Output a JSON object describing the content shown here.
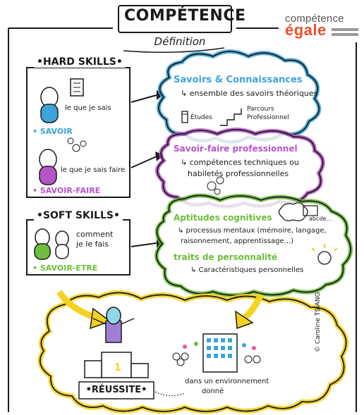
{
  "header": {
    "title": "COMPÉTENCE",
    "subtitle": "Définition"
  },
  "brand": {
    "line1": "compétence",
    "line2": "égale",
    "accent_color": "#e8502f"
  },
  "hard_skills": {
    "title": "•HARD SKILLS•",
    "savoir": {
      "speech": "le que je sais",
      "label": "• SAVOIR"
    },
    "savoir_faire": {
      "speech": "le que je sais faire",
      "label": "• SAVOIR-FAIRE"
    }
  },
  "soft_skills": {
    "title": "•SOFT SKILLS•",
    "speech1": "comment",
    "speech2": "je le fais",
    "label": "• SAVOIR-ETRE"
  },
  "cloud_savoirs": {
    "title": "Savoirs & Connaissances",
    "desc": "↳ ensemble des savoirs théoriques",
    "etudes": "Études",
    "parcours1": "Parcours",
    "parcours2": "Professionnel"
  },
  "cloud_savoir_faire": {
    "title": "Savoir-faire professionnel",
    "desc1": "↳ compétences techniques ou",
    "desc2": "habiletés professionnelles"
  },
  "cloud_soft": {
    "title1": "Aptitudes cognitives",
    "desc1": "↳ processus mentaux (mémoire, langage,",
    "desc2": "raisonnement, apprentissage...)",
    "abcde": "abcde...",
    "title2": "traits de personnalité",
    "desc3": "↳ Caractéristiques personnelles"
  },
  "bottom": {
    "reussite": "•RÉUSSITE•",
    "podium": "1",
    "env1": "dans un environnement",
    "env2": "donné"
  },
  "signature": "© Caroline TSIANG",
  "colors": {
    "blue": "#3ba4dc",
    "purple": "#b655c8",
    "green": "#6cbf3a",
    "yellow": "#f4d21f"
  }
}
